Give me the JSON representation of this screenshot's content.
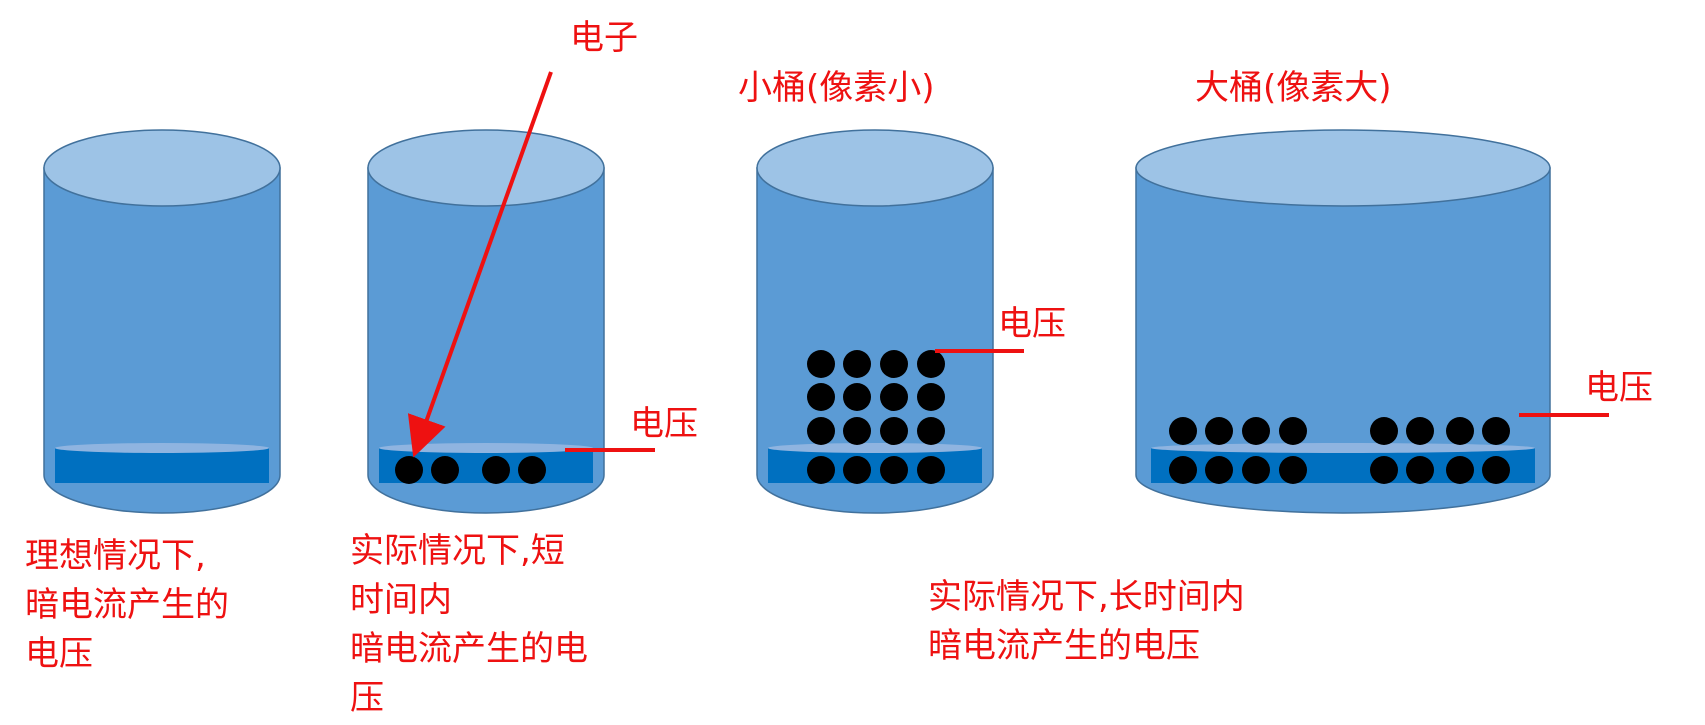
{
  "colors": {
    "bucket_body": "#5b9bd5",
    "bucket_top": "#9dc3e6",
    "bucket_outline": "#41719c",
    "plate": "#0070c0",
    "plate_top": "#8fb4e0",
    "electron": "#000000",
    "annotation": "#ee1111"
  },
  "buckets": [
    {
      "caption_lines": [
        "理想情况下,",
        "暗电流产生的",
        "电压"
      ],
      "electron_rows": []
    },
    {
      "caption_lines": [
        "实际情况下,短",
        "时间内",
        "暗电流产生的电",
        "压"
      ],
      "voltage_label": "电压",
      "electron_label": "电子",
      "electron_rows": [
        4
      ]
    },
    {
      "title": "小桶(像素小)",
      "voltage_label": "电压",
      "electron_rows": [
        4,
        4,
        4,
        4
      ]
    },
    {
      "title": "大桶(像素大)",
      "voltage_label": "电压",
      "electron_rows": [
        8,
        8
      ]
    }
  ],
  "shared_caption_lines": [
    "实际情况下,长时间内",
    "暗电流产生的电压"
  ]
}
